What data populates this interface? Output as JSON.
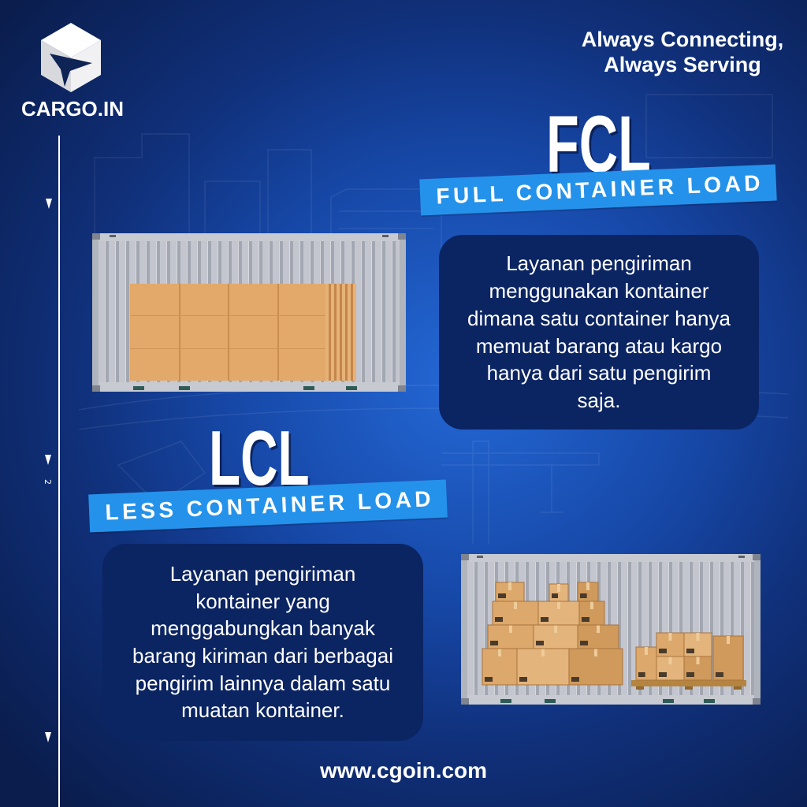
{
  "brand": {
    "name": "CARGO.IN",
    "logo_icon": "cargo-cube-logo-icon"
  },
  "tagline": {
    "line1": "Always Connecting,",
    "line2": "Always Serving"
  },
  "timeline": {
    "marker_icon": "triangle-down-icon",
    "marker_label": "2"
  },
  "fcl": {
    "title": "FCL",
    "subtitle": "FULL CONTAINER LOAD",
    "description": [
      "Layanan pengiriman",
      "menggunakan kontainer",
      "dimana satu container hanya",
      "memuat barang atau kargo",
      "hanya dari satu pengirim",
      "saja."
    ],
    "illustration_icon": "full-container-icon"
  },
  "lcl": {
    "title": "LCL",
    "subtitle": "LESS CONTAINER LOAD",
    "description": [
      "Layanan pengiriman",
      "kontainer yang",
      "menggabungkan banyak",
      "barang kiriman dari berbagai",
      "pengirim lainnya dalam satu",
      "muatan kontainer."
    ],
    "illustration_icon": "partial-container-icon"
  },
  "footer": {
    "website": "www.cgoin.com"
  },
  "colors": {
    "bg_center": "#2468d6",
    "bg_mid": "#1647a6",
    "bg_edge": "#0a1d4d",
    "banner": "#2492ea",
    "panel": "#0b2462",
    "text": "#ffffff",
    "container": "#c3c6ce",
    "cargo_box": "#dca86b",
    "cargo_wall": "#e2a96a"
  }
}
